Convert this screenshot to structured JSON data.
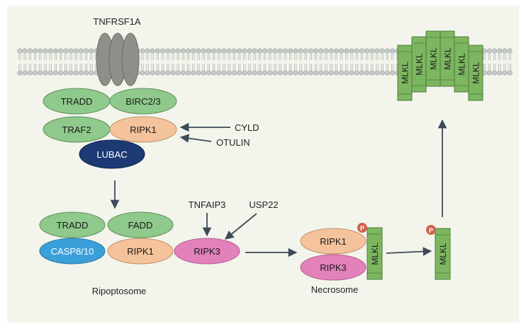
{
  "receptor": {
    "label": "TNFRSF1A"
  },
  "complex1": {
    "tradd": "TRADD",
    "birc": "BIRC2/3",
    "traf2": "TRAF2",
    "ripk1": "RIPK1",
    "lubac": "LUBAC"
  },
  "regulators1": {
    "cyld": "CYLD",
    "otulin": "OTULIN"
  },
  "ripoptosome": {
    "label": "Ripoptosome",
    "tradd": "TRADD",
    "fadd": "FADD",
    "casp": "CASP8/10",
    "ripk1": "RIPK1"
  },
  "ripk3_node": {
    "label": "RIPK3"
  },
  "regulators2": {
    "tnfaip3": "TNFAIP3",
    "usp22": "USP22"
  },
  "necrosome": {
    "label": "Necrosome",
    "ripk1": "RIPK1",
    "ripk3": "RIPK3",
    "mlkl": "MLKL"
  },
  "free_mlkl": {
    "label": "MLKL"
  },
  "phospho": {
    "label": "P"
  },
  "membrane_pore": {
    "labels": [
      "MLKL",
      "MLKL",
      "MLKL",
      "MLKL",
      "MLKL",
      "MLKL"
    ]
  },
  "colors": {
    "background": "#f3f5ec",
    "membrane_head": "#c5c9c9",
    "membrane_tail": "#aeb3b3",
    "receptor": "#8f8e88",
    "green": "#8fc98b",
    "orange": "#f4c39b",
    "navy": "#1e3a74",
    "blue": "#3b9fd9",
    "pink": "#e381bb",
    "mlkl": "#7db660",
    "phospho": "#d2604a",
    "arrow": "#3d4a57"
  }
}
